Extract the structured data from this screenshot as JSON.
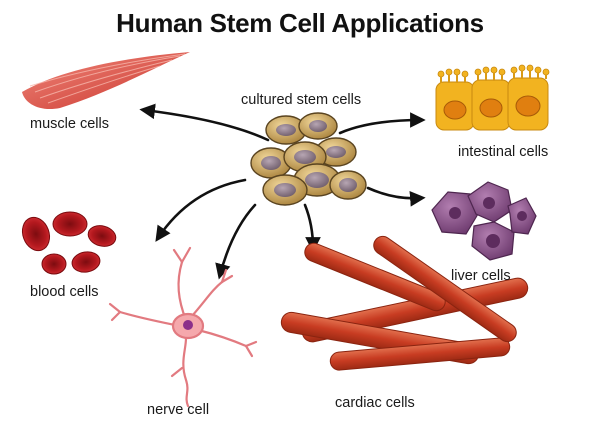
{
  "title": "Human Stem Cell Applications",
  "center": {
    "label": "cultured stem cells"
  },
  "cells": [
    {
      "key": "muscle",
      "label": "muscle cells"
    },
    {
      "key": "intestinal",
      "label": "intestinal cells"
    },
    {
      "key": "blood",
      "label": "blood cells"
    },
    {
      "key": "liver",
      "label": "liver cells"
    },
    {
      "key": "nerve",
      "label": "nerve cell"
    },
    {
      "key": "cardiac",
      "label": "cardiac cells"
    }
  ],
  "colors": {
    "stem_fill": "#c9a45a",
    "stem_nucleus": "#8d7a86",
    "muscle": "#d9473a",
    "intestinal": "#f2b320",
    "blood": "#b5191f",
    "liver": "#8a4e8a",
    "nerve": "#f08c90",
    "cardiac": "#d04a2a",
    "arrow": "#111111"
  }
}
